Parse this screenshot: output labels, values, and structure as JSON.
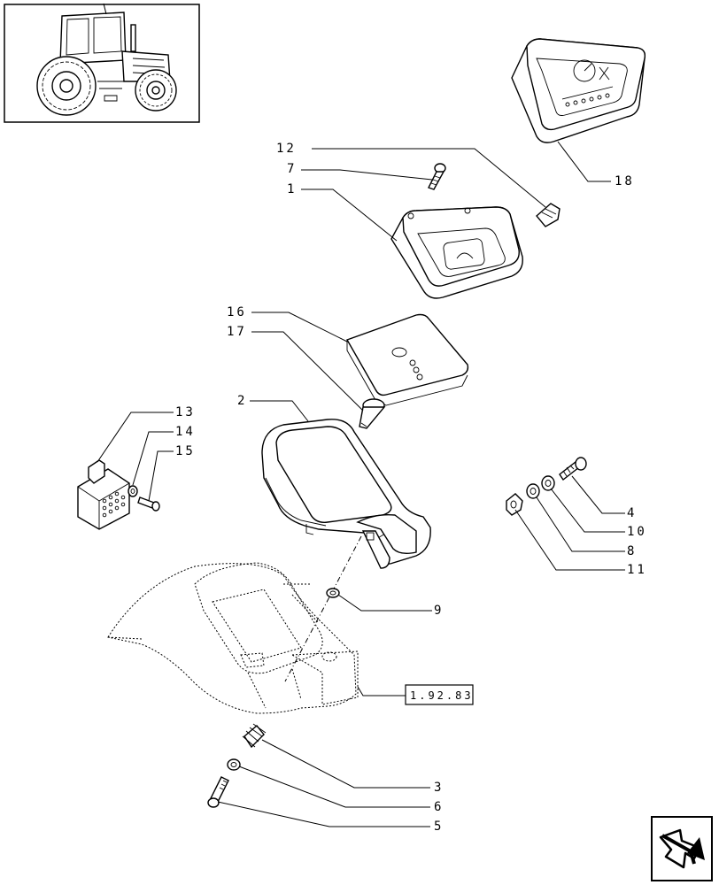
{
  "callouts": [
    {
      "id": "c12",
      "text": "12"
    },
    {
      "id": "c7",
      "text": "7"
    },
    {
      "id": "c1",
      "text": "1"
    },
    {
      "id": "c18",
      "text": "18"
    },
    {
      "id": "c16",
      "text": "16"
    },
    {
      "id": "c17",
      "text": "17"
    },
    {
      "id": "c2",
      "text": "2"
    },
    {
      "id": "c13",
      "text": "13"
    },
    {
      "id": "c14",
      "text": "14"
    },
    {
      "id": "c15",
      "text": "15"
    },
    {
      "id": "c4",
      "text": "4"
    },
    {
      "id": "c10",
      "text": "10"
    },
    {
      "id": "c8",
      "text": "8"
    },
    {
      "id": "c11",
      "text": "11"
    },
    {
      "id": "c9",
      "text": "9"
    },
    {
      "id": "c3",
      "text": "3"
    },
    {
      "id": "c6",
      "text": "6"
    },
    {
      "id": "c5",
      "text": "5"
    }
  ],
  "reference_box": {
    "text": "1.92.83"
  },
  "icons": {
    "thumbnail": "tractor-icon",
    "navigation": "next-page-arrow-icon"
  }
}
